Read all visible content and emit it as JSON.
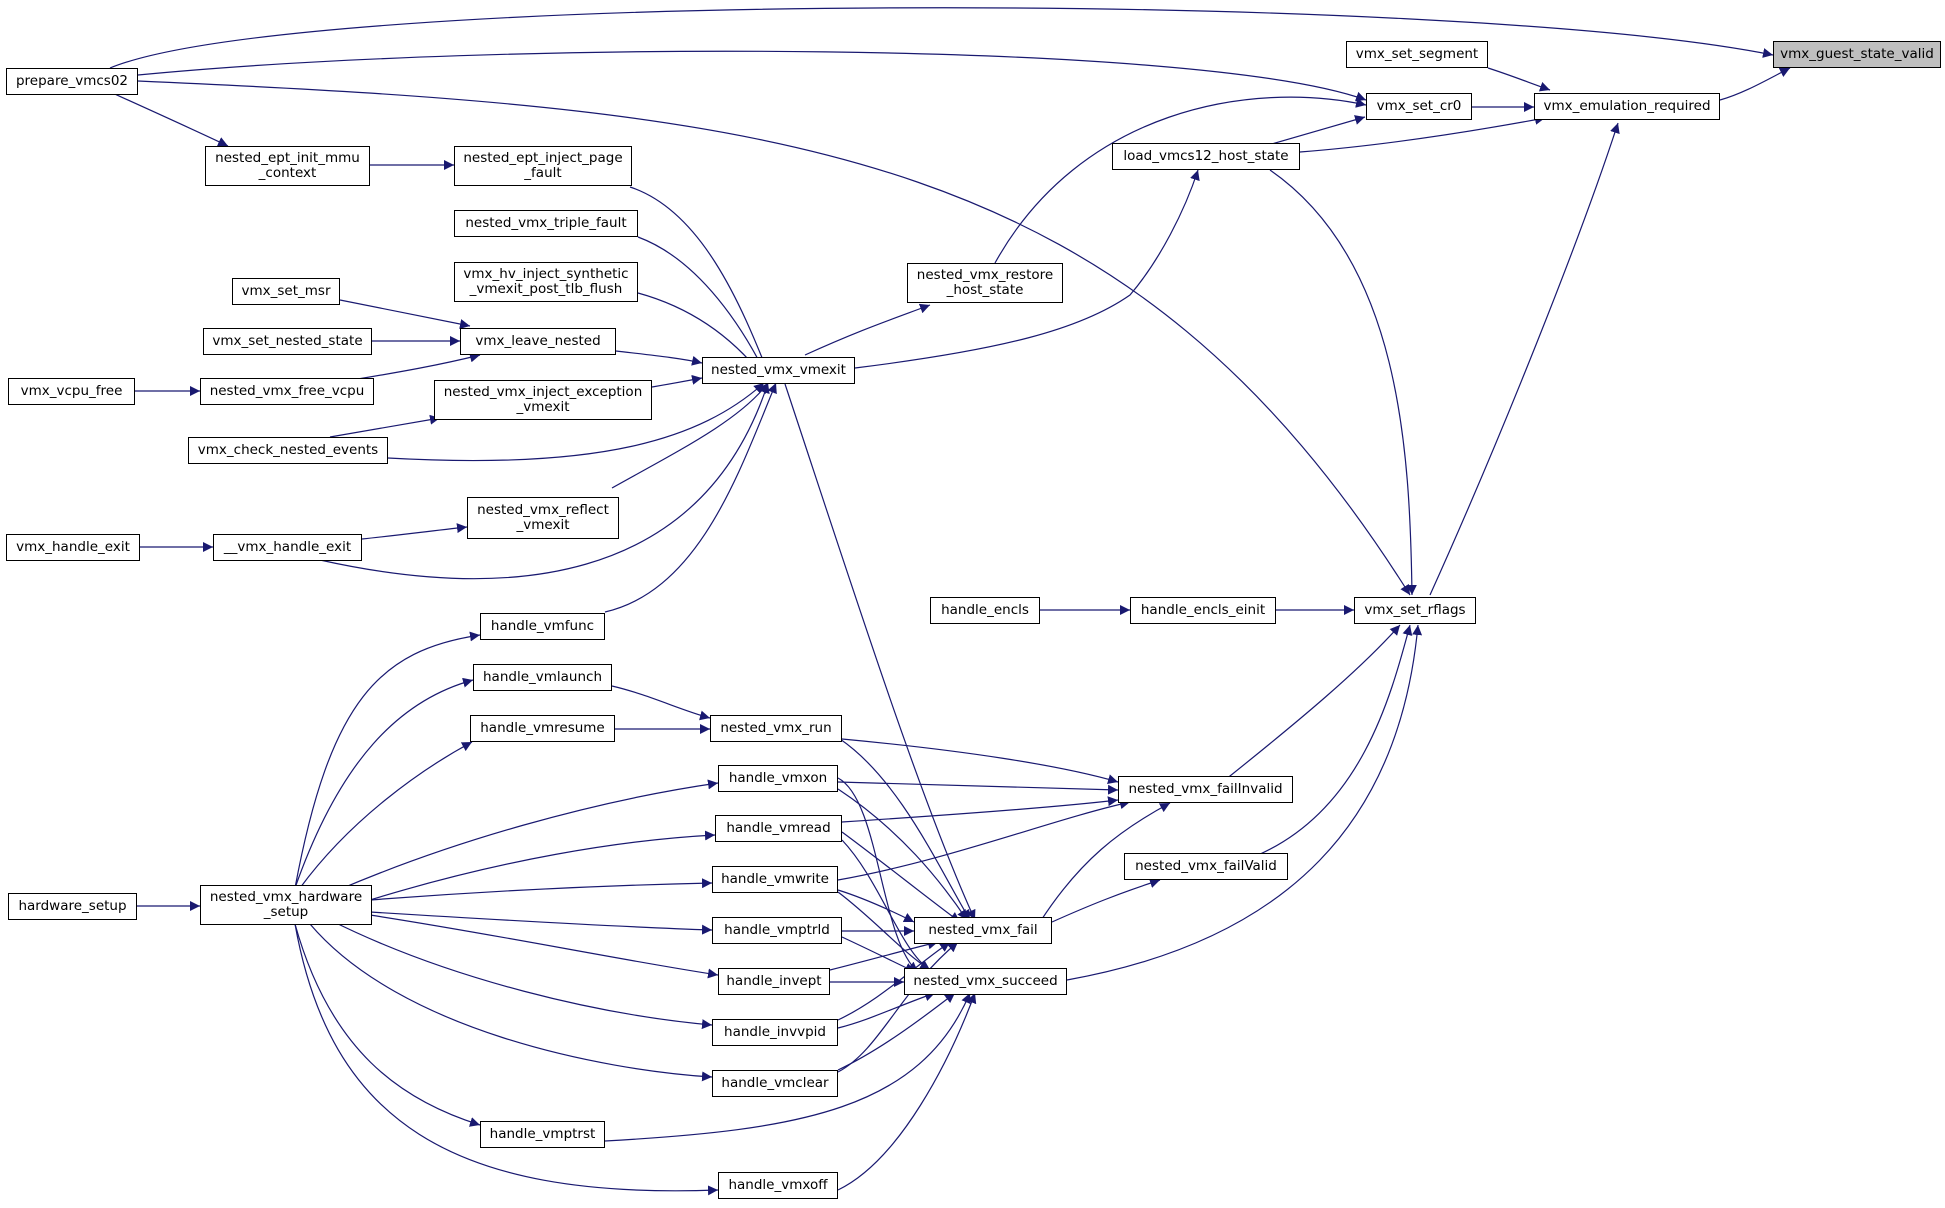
{
  "colors": {
    "edge": "#191970",
    "node_border": "#000000",
    "root_fill": "#bfbfbf"
  },
  "nodes": {
    "vmx_guest_state_valid": "vmx_guest_state_valid",
    "prepare_vmcs02": "prepare_vmcs02",
    "vmx_set_segment": "vmx_set_segment",
    "vmx_set_cr0": "vmx_set_cr0",
    "vmx_emulation_required": "vmx_emulation_required",
    "load_vmcs12_host_state": "load_vmcs12_host_state",
    "nested_ept_init_mmu_context": "nested_ept_init_mmu\n_context",
    "nested_ept_inject_page_fault": "nested_ept_inject_page\n_fault",
    "nested_vmx_triple_fault": "nested_vmx_triple_fault",
    "vmx_hv_inject_synthetic": "vmx_hv_inject_synthetic\n_vmexit_post_tlb_flush",
    "nested_vmx_restore_host_state": "nested_vmx_restore\n_host_state",
    "vmx_set_msr": "vmx_set_msr",
    "vmx_set_nested_state": "vmx_set_nested_state",
    "vmx_leave_nested": "vmx_leave_nested",
    "nested_vmx_vmexit": "nested_vmx_vmexit",
    "vmx_vcpu_free": "vmx_vcpu_free",
    "nested_vmx_free_vcpu": "nested_vmx_free_vcpu",
    "nested_vmx_inject_exception_vmexit": "nested_vmx_inject_exception\n_vmexit",
    "vmx_check_nested_events": "vmx_check_nested_events",
    "nested_vmx_reflect_vmexit": "nested_vmx_reflect\n_vmexit",
    "vmx_handle_exit": "vmx_handle_exit",
    "__vmx_handle_exit": "__vmx_handle_exit",
    "handle_encls": "handle_encls",
    "handle_encls_einit": "handle_encls_einit",
    "vmx_set_rflags": "vmx_set_rflags",
    "handle_vmfunc": "handle_vmfunc",
    "handle_vmlaunch": "handle_vmlaunch",
    "handle_vmresume": "handle_vmresume",
    "nested_vmx_run": "nested_vmx_run",
    "handle_vmxon": "handle_vmxon",
    "nested_vmx_failInvalid": "nested_vmx_failInvalid",
    "handle_vmread": "handle_vmread",
    "nested_vmx_failValid": "nested_vmx_failValid",
    "hardware_setup": "hardware_setup",
    "nested_vmx_hardware_setup": "nested_vmx_hardware\n_setup",
    "handle_vmwrite": "handle_vmwrite",
    "handle_vmptrld": "handle_vmptrld",
    "nested_vmx_fail": "nested_vmx_fail",
    "handle_invept": "handle_invept",
    "nested_vmx_succeed": "nested_vmx_succeed",
    "handle_invvpid": "handle_invvpid",
    "handle_vmclear": "handle_vmclear",
    "handle_vmptrst": "handle_vmptrst",
    "handle_vmxoff": "handle_vmxoff"
  }
}
